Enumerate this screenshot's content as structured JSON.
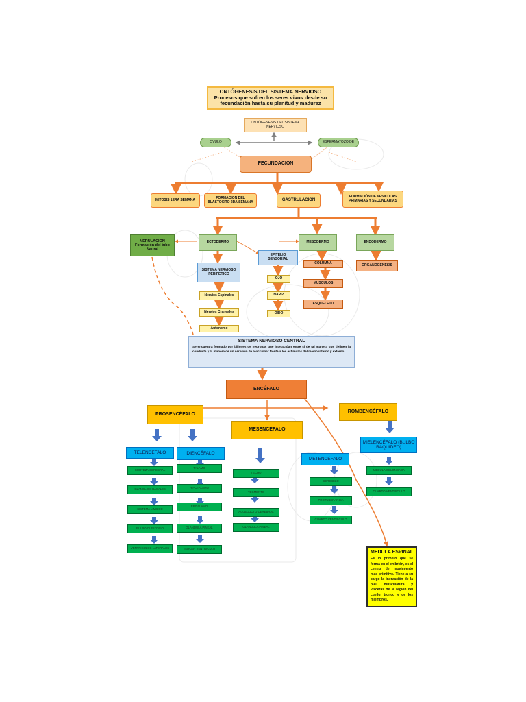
{
  "title": {
    "line1": "ONTÓGENESIS DEL SISTEMA NERVIOSO",
    "line2": "Procesos que sufren los seres vivos desde su fecundación hasta su plenitud y madurez"
  },
  "ontogenesis_small": "ONTÓGENESIS DEL SISTEMA NERVIOSO",
  "ovulo": "OVULO",
  "espermatozoide": "ESPERMATOZOIDE",
  "fecundacion": "FECUNDACION",
  "level2": {
    "mitosis": "MITOSIS 1ERA SEMANA",
    "blastocito": "FORMACION DEL BLASTOCITO 2DA SEMANA",
    "gastrulacion": "GASTRULACIÓN",
    "vesiculas": "FORMACIÓN DE VESICULAS PRIMARIAS Y SECUNDARIAS"
  },
  "neurulacion": "NERULACIÓN Formación del tubo Neural",
  "ectodermo": "ECTODERMO",
  "mesodermo": "MESODERMO",
  "endodermo": "ENDODERMO",
  "organogenesis": "ORGANOGENESIS",
  "snp": {
    "title": "SISTEMA NERVIOSO PERIFERICO",
    "items": [
      "Nervios Espinales",
      "Nervios Craneales",
      "Autonomo"
    ]
  },
  "epitelio": {
    "title": "EPITELIO SENSORIAL",
    "items": [
      "OJO",
      "NARIZ",
      "OIDO"
    ]
  },
  "meso_items": [
    "COLUMNA",
    "MUSCULOS",
    "ESQUELETO"
  ],
  "snc": {
    "title": "SISTEMA NERVIOSO CENTRAL",
    "desc": "Se encuentra formado por billones de neuronas que interactúan entre si de tal manera que definen la conducta y la manera de un ser vivió de reaccionar frente a los estímulos del medio interno y externo."
  },
  "encefalo": "ENCÉFALO",
  "prosencefalo": "PROSENCÉFALO",
  "mesencefalo": "MESENCÉFALO",
  "rombencefalo": "ROMBENCÉFALO",
  "telencefalo": {
    "title": "TELENCÉFALO",
    "items": [
      "CORTEZA CEREBRAL",
      "GLANGLIOS BASALES",
      "SISTEMA LIMBICO",
      "BULBO OLFATORIO",
      "VENTRICULOS LATERALES"
    ]
  },
  "diencefalo": {
    "title": "DIENCÉFALO",
    "items": [
      "TALAMO",
      "HIPOTALAMO",
      "EPITALAMO",
      "GLANDULA PINEAL",
      "TERCER VENTRICULO"
    ]
  },
  "mesencefalo_items": [
    "TECHO",
    "TEGMENTO",
    "ACUEDUCTO CEREBRAL",
    "GLANDULA PINEAL"
  ],
  "metencefalo": {
    "title": "METENCÉFALO",
    "items": [
      "CEREBELO",
      "PROTUBERANCIA",
      "CUARTO VENTRICULO"
    ]
  },
  "mielencefalo": {
    "title": "MIELENCÉFALO (BULBO RAQUIDEO)",
    "items": [
      "MEDULA OBLONGADA",
      "CUARTO VENTRICULO"
    ]
  },
  "medula": {
    "title": "MEDULA ESPINAL",
    "desc": "Es lo primero que se forma en el embrión, es el centro de movimiento mas primitivo. Tiene a su cargo la inervación de la piel, musculatura y vísceras de la región del cuello, tronco y de los miembros."
  },
  "colors": {
    "orange_arrow": "#ed7d31",
    "blue_arrow": "#4472c4",
    "green_leaf": "#00b050",
    "cyan_box": "#00b0f0",
    "gold_box": "#ffc000"
  }
}
